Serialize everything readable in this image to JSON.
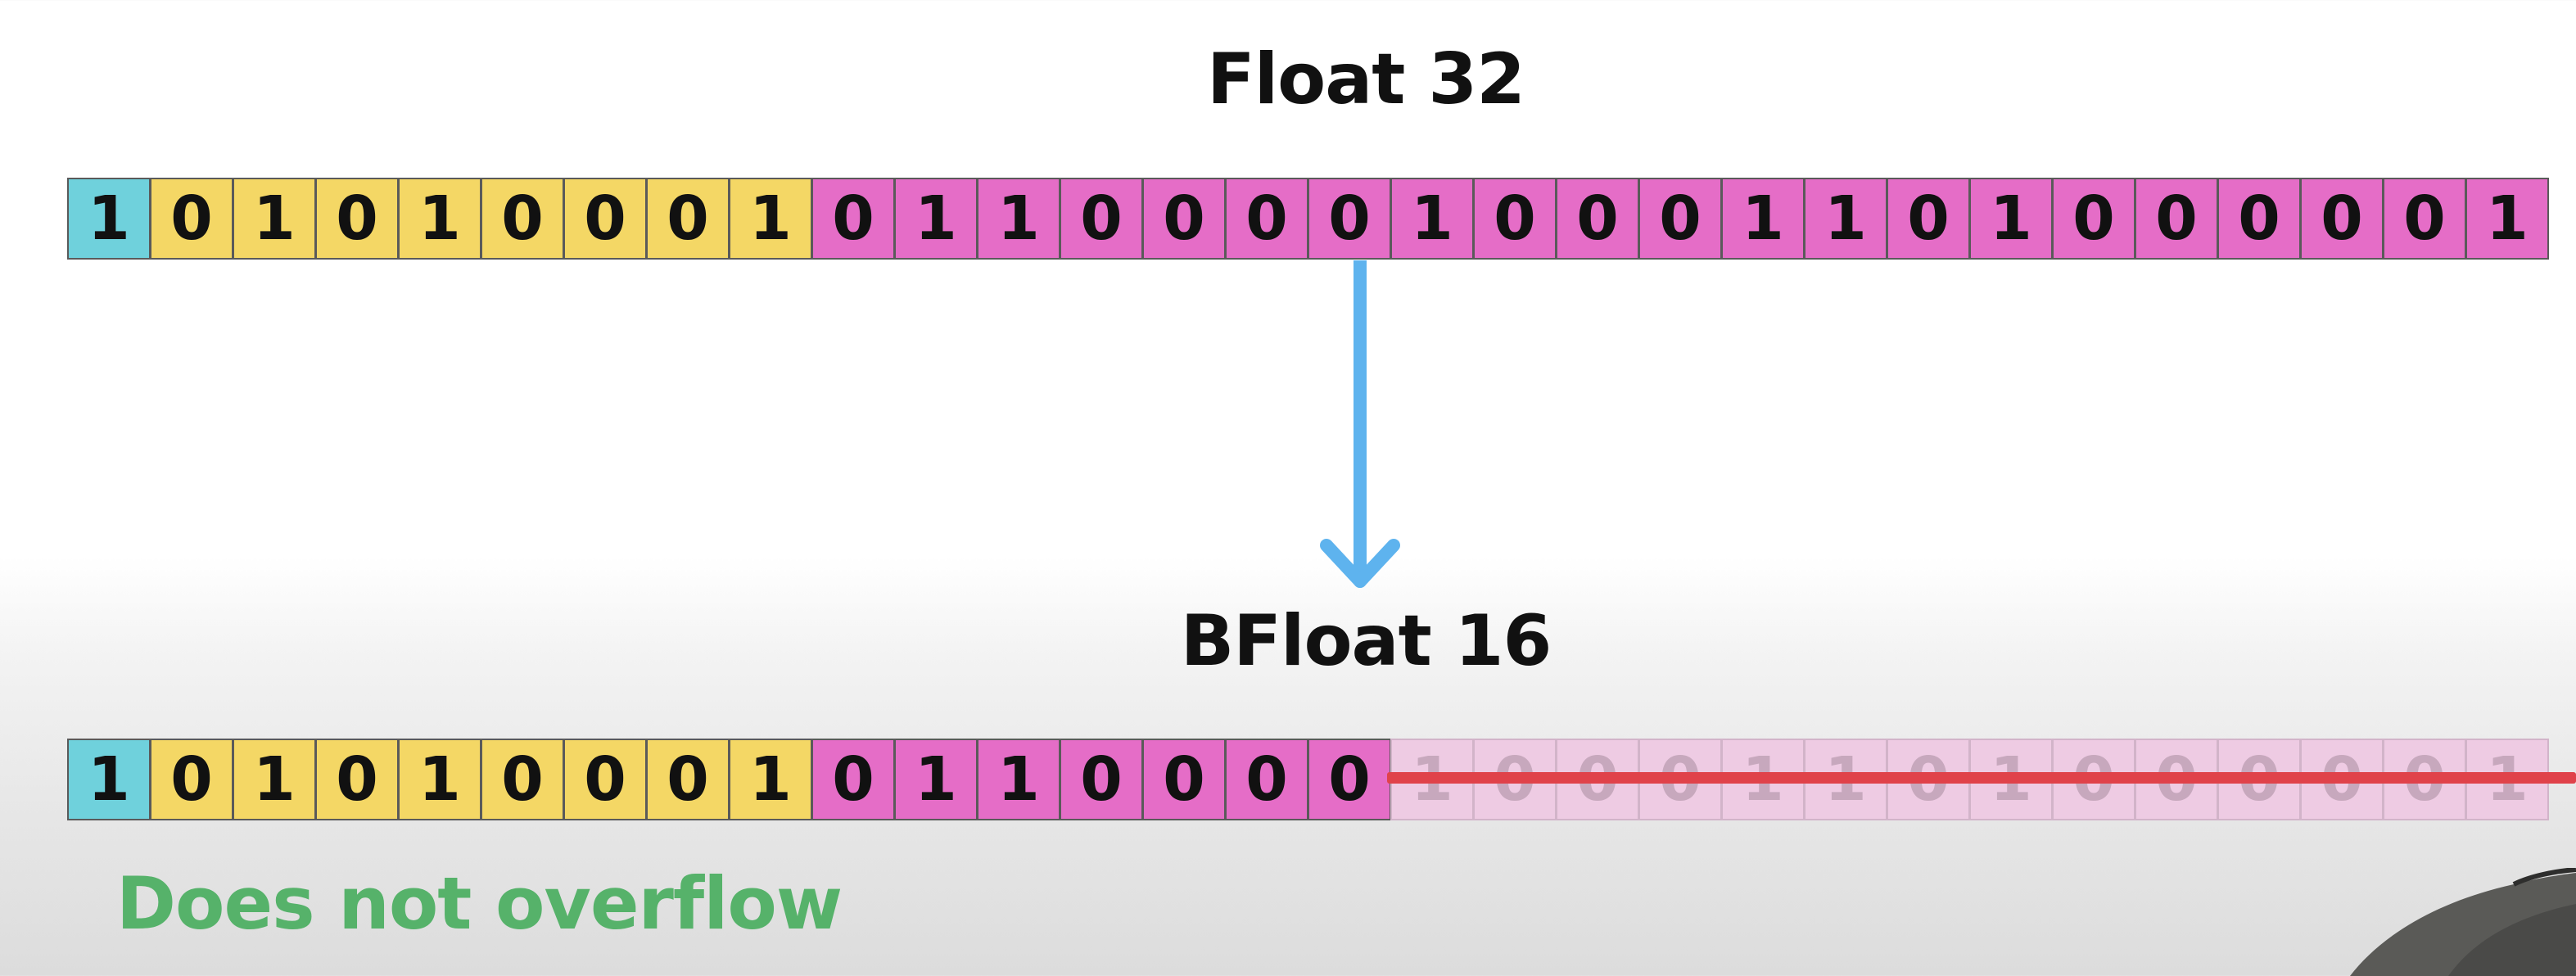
{
  "float32": {
    "title": "Float 32",
    "sign": [
      "1"
    ],
    "exponent": [
      "0",
      "1",
      "0",
      "1",
      "0",
      "0",
      "0",
      "1"
    ],
    "mantissa": [
      "0",
      "1",
      "1",
      "0",
      "0",
      "0",
      "0",
      "1",
      "0",
      "0",
      "0",
      "1",
      "1",
      "0",
      "1",
      "0",
      "0",
      "0",
      "0",
      "0",
      "1"
    ]
  },
  "bfloat16": {
    "title": "BFloat 16",
    "sign": [
      "1"
    ],
    "exponent": [
      "0",
      "1",
      "0",
      "1",
      "0",
      "0",
      "0",
      "1"
    ],
    "mantissa": [
      "0",
      "1",
      "1",
      "0",
      "0",
      "0",
      "0"
    ],
    "truncated": [
      "1",
      "0",
      "0",
      "0",
      "1",
      "1",
      "0",
      "1",
      "0",
      "0",
      "0",
      "0",
      "0",
      "1"
    ]
  },
  "status": "Does not overflow",
  "colors": {
    "sign": "#6fd1dc",
    "exponent": "#f4d765",
    "mantissa": "#e56dc7",
    "truncated": "#eecbe3",
    "arrow": "#5eb3ee",
    "strike": "#e0424a",
    "status": "#56b26a"
  }
}
